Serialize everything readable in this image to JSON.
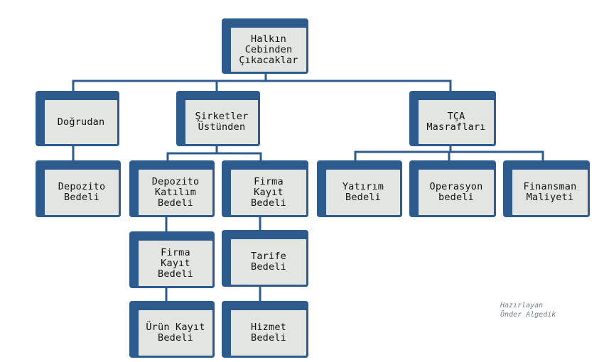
{
  "colors": {
    "accent": "#2d5b8d",
    "node_fill": "#e3e5e3",
    "text": "#111111"
  },
  "nodes": {
    "root": "Halkın\nCebinden\nÇıkacaklar",
    "dogrudan": "Doğrudan",
    "sirketler": "Şirketler\nÜstünden",
    "tca": "TÇA\nMasrafları",
    "depozito_bedeli": "Depozito\nBedeli",
    "depozito_katilim": "Depozito\nKatılım\nBedeli",
    "firma_kayit_1": "Firma\nKayıt\nBedeli",
    "firma_kayit_2": "Firma\nKayıt\nBedeli",
    "urun_kayit": "Ürün Kayıt\nBedeli",
    "tarife": "Tarife\nBedeli",
    "hizmet": "Hizmet\nBedeli",
    "yatirim": "Yatırım\nBedeli",
    "operasyon": "Operasyon\nbedeli",
    "finansman": "Finansman\nMaliyeti"
  },
  "credit": {
    "line1": "Hazırlayan",
    "line2": "Önder Algedik"
  }
}
